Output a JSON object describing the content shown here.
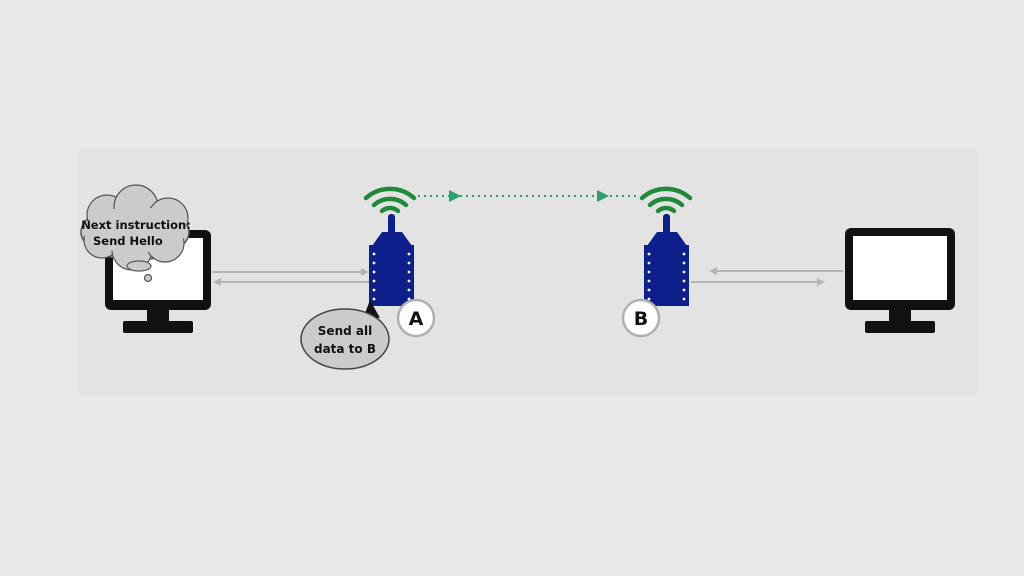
{
  "diagram": {
    "colors": {
      "background": "#e9e9e9",
      "panel": "#e3e3e3",
      "computer": "#111111",
      "module": "#0d1f8a",
      "signal": "#1f8b3a",
      "link": "#2aa06a",
      "wire": "#b4b4b4",
      "bubble": "#cbcbcb",
      "badge_ring": "#b0b0b0"
    },
    "left_computer": {
      "thought_line1": "Next instruction:",
      "thought_line2": "Send Hello"
    },
    "module_a": {
      "label": "A",
      "speech_line1": "Send all",
      "speech_line2": "data to B"
    },
    "module_b": {
      "label": "B"
    }
  }
}
